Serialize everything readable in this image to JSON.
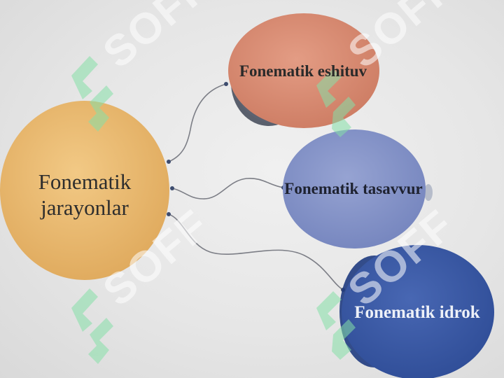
{
  "diagram": {
    "center": {
      "label": "Fonematik jarayonlar",
      "color": "#e6b46a"
    },
    "branches": [
      {
        "label": "Fonematik eshituv",
        "color": "#d98c74"
      },
      {
        "label": "Fonematik tasavvur",
        "color": "#8795c7"
      },
      {
        "label": "Fonematik idrok",
        "color": "#3b5aa6"
      }
    ]
  },
  "watermark": {
    "text": "SOFF"
  }
}
